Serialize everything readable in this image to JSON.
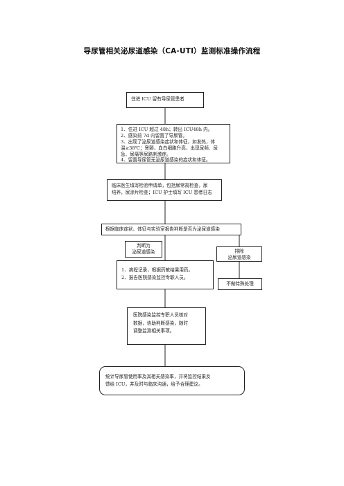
{
  "title": "导尿管相关泌尿道感染（CA-UTI）监测标准操作流程",
  "flow": {
    "start": "住进 ICU 留有导尿管患者",
    "criteria": [
      "1、住进 ICU 超过 48h；转出 ICU48h 内。",
      "2、感染前 7d 内留置了导尿管。",
      "3、出现了泌尿道感染症状和体征，如发热，体",
      "温≥38℃；寒颤，血白细胞升高，出现尿频、尿",
      "急、尿痛等尿路刺激症。",
      "4、留置导尿管无泌尿道感染的症状和体征。"
    ],
    "exam": [
      "临床医生填写检验申请单，包括尿常规检查，尿",
      "培养，尿涂片检查；ICU 护士填写 ICU 患者日志"
    ],
    "judge": "根据临床症状、体征与实验室报告判断是否为泌尿道感染",
    "yes_label": [
      "判断为",
      "泌尿道感染"
    ],
    "no_label": [
      "排除",
      "泌尿道感染"
    ],
    "actions": [
      "1、病程记录，根据药敏结果用药。",
      "2、报告医院感染监控专职人员。"
    ],
    "no_action": "不做特殊处理",
    "verify": [
      "医院感染监控专职人员核对",
      "数据，协助判断感染，随时",
      "调整监测相关事项。"
    ],
    "final": [
      "统计导尿管使用率及其相关感染率，并将监控结果反",
      "馈给 ICU，并及时与临床沟通，给予合理建议。"
    ]
  }
}
